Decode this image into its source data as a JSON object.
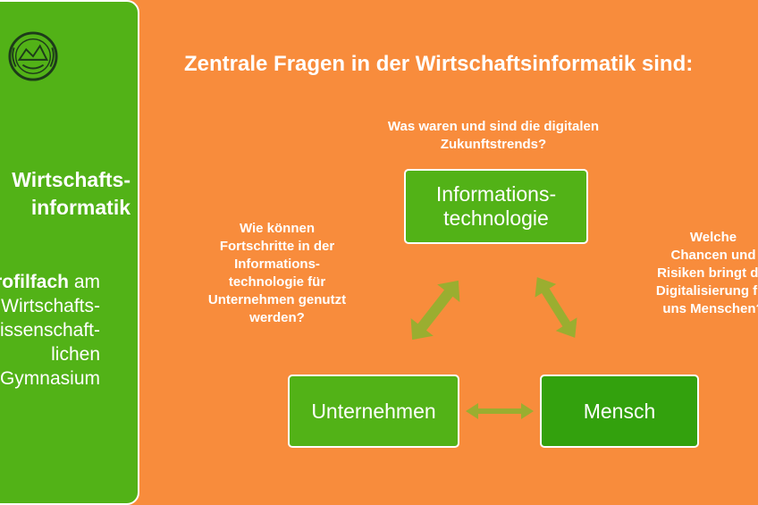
{
  "sidebar": {
    "title_lines": [
      "Wirtschafts-",
      "informatik"
    ],
    "text_bold": "Profilfach",
    "text_after_bold": " am",
    "text_lines": [
      "Wirtschafts-",
      "wissenschaft-",
      "lichen",
      "Gymnasium"
    ],
    "logo_icon": "school-seal-icon"
  },
  "main": {
    "title": "Zentrale Fragen in der Wirtschaftsinformatik sind:"
  },
  "questions": {
    "top": [
      "Was waren und sind die digitalen",
      "Zukunftstrends?"
    ],
    "left": [
      "Wie können",
      "Fortschritte in der",
      "Informations-",
      "technologie für",
      "Unternehmen genutzt",
      "werden?"
    ],
    "right": [
      "Welche",
      "Chancen und",
      "Risiken bringt die",
      "Digitalisierung für",
      "uns Menschen?"
    ]
  },
  "boxes": {
    "it": [
      "Informations-",
      "technologie"
    ],
    "unternehmen": "Unternehmen",
    "mensch": "Mensch"
  },
  "colors": {
    "background": "#f88c3c",
    "green": "#52b217",
    "dark_green": "#33a10d",
    "arrow": "#9aae30"
  }
}
